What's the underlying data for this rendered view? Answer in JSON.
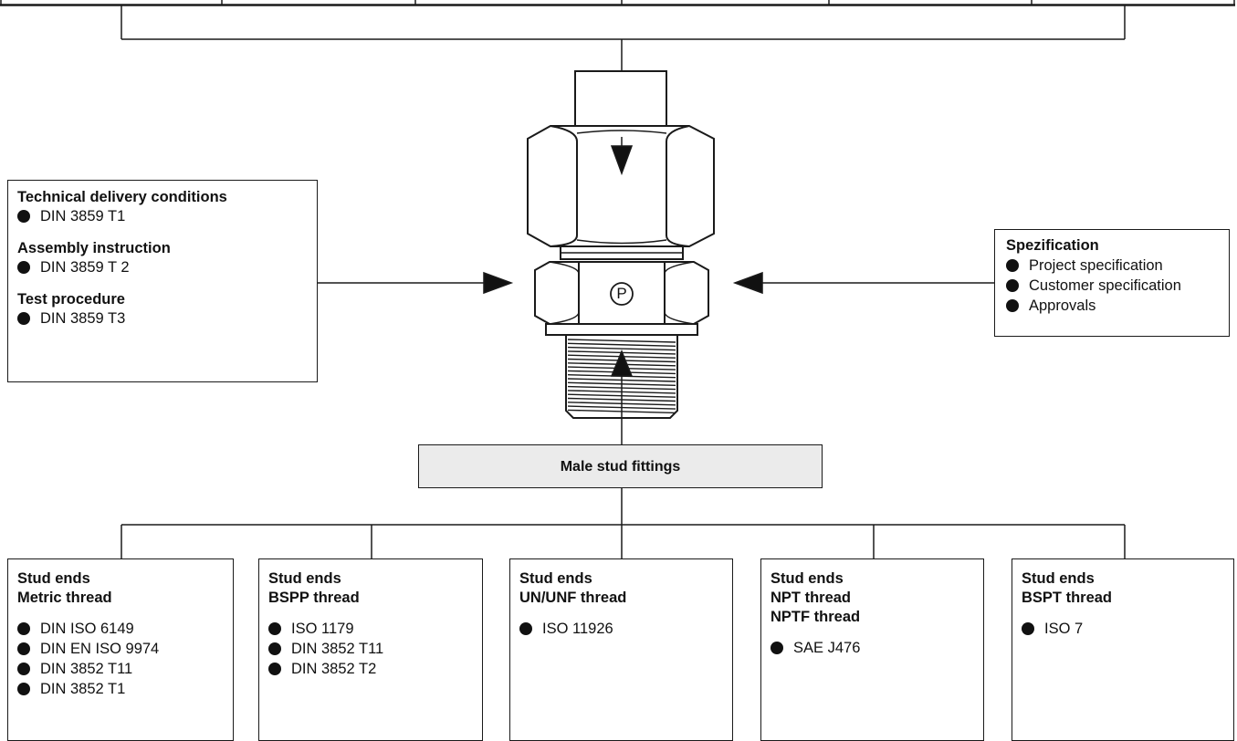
{
  "center_label": "Male stud fittings",
  "fitting_marking": "P",
  "left_box": {
    "sections": [
      {
        "title": "Technical delivery conditions",
        "items": [
          "DIN 3859 T1"
        ]
      },
      {
        "title": "Assembly instruction",
        "items": [
          "DIN 3859 T 2"
        ]
      },
      {
        "title": "Test procedure",
        "items": [
          "DIN 3859 T3"
        ]
      }
    ]
  },
  "right_box": {
    "title": "Spezification",
    "items": [
      "Project specification",
      "Customer specification",
      "Approvals"
    ]
  },
  "bottom_boxes": [
    {
      "title_lines": [
        "Stud ends",
        "Metric thread"
      ],
      "items": [
        "DIN ISO 6149",
        "DIN EN ISO 9974",
        "DIN 3852 T11",
        "DIN 3852 T1"
      ]
    },
    {
      "title_lines": [
        "Stud ends",
        "BSPP thread"
      ],
      "items": [
        "ISO 1179",
        "DIN 3852 T11",
        "DIN 3852 T2"
      ]
    },
    {
      "title_lines": [
        "Stud ends",
        "UN/UNF thread"
      ],
      "items": [
        "ISO 11926"
      ]
    },
    {
      "title_lines": [
        "Stud ends",
        "NPT thread",
        "NPTF thread"
      ],
      "items": [
        "SAE J476"
      ]
    },
    {
      "title_lines": [
        "Stud ends",
        "BSPT thread"
      ],
      "items": [
        "ISO 7"
      ]
    }
  ]
}
